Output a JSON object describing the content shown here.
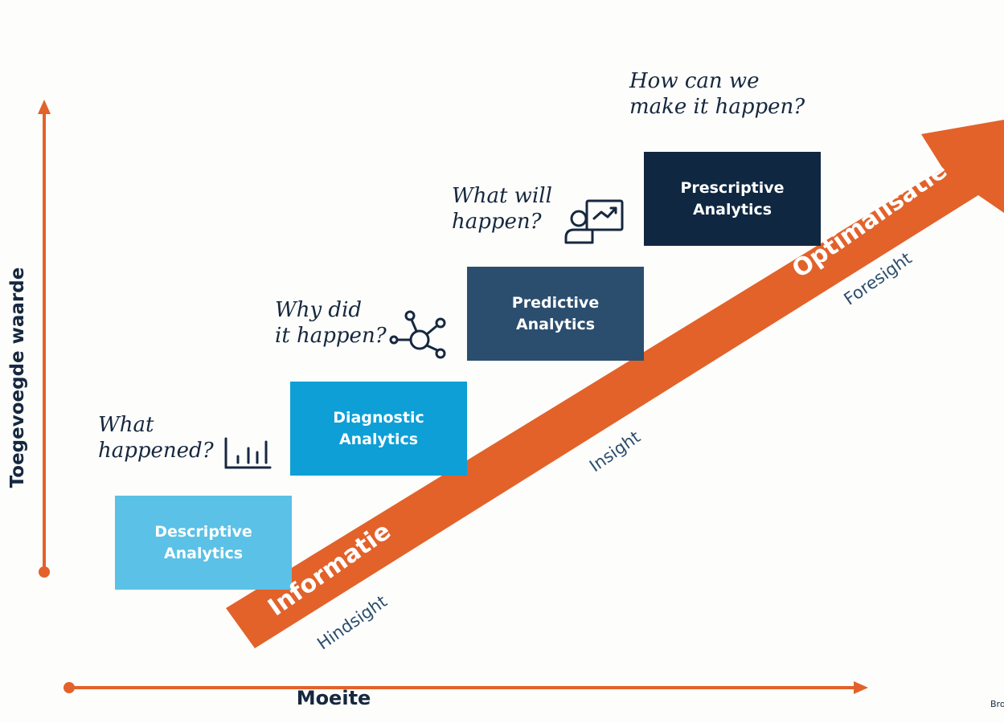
{
  "axes": {
    "y_label": "Toegevoegde waarde",
    "x_label": "Moeite"
  },
  "stages": [
    {
      "title": "Descriptive",
      "subtitle": "Analytics",
      "question": [
        "What",
        "happened?"
      ],
      "icon": "bar-chart-icon",
      "color": "#5bc1e6"
    },
    {
      "title": "Diagnostic",
      "subtitle": "Analytics",
      "question": [
        "Why did",
        "it happen?"
      ],
      "icon": "network-nodes-icon",
      "color": "#0e9fd6"
    },
    {
      "title": "Predictive",
      "subtitle": "Analytics",
      "question": [
        "What will",
        "happen?"
      ],
      "icon": "presenter-trend-icon",
      "color": "#2b4e6e"
    },
    {
      "title": "Prescriptive",
      "subtitle": "Analytics",
      "question": [
        "How can we",
        "make it happen?"
      ],
      "icon": null,
      "color": "#0f2741"
    }
  ],
  "arrow": {
    "start_label": "Informatie",
    "end_label": "Optimalisatie",
    "color": "#e2622a"
  },
  "phases": [
    "Hindsight",
    "Insight",
    "Foresight"
  ],
  "source_fragment": "Bro",
  "colors": {
    "axis": "#e2622a",
    "ink": "#16283f"
  }
}
